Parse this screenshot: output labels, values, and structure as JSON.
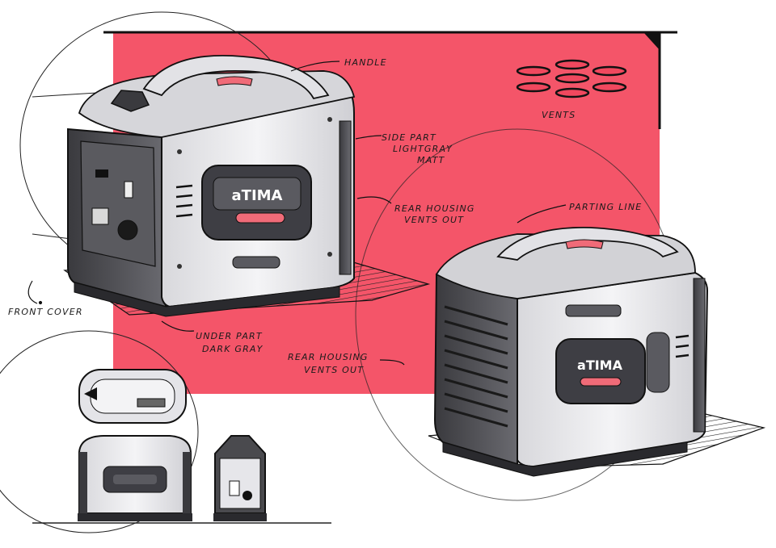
{
  "annotations": {
    "handle": "HANDLE",
    "vents": "VENTS",
    "side_part_1": "SIDE PART",
    "side_part_2": "LIGHTGRAY",
    "side_part_3": "MATT",
    "rear_housing_1": "REAR HOUSING",
    "rear_housing_2": "VENTS OUT",
    "parting_line": "PARTING LINE",
    "front_cover": "FRONT COVER",
    "under_part_1": "UNDER PART",
    "under_part_2": "DARK GRAY",
    "rear_housing_b1": "REAR HOUSING",
    "rear_housing_b2": "VENTS OUT"
  },
  "brand": {
    "front_logo": "aTIMA",
    "rear_logo": "aTIMA"
  },
  "colors": {
    "backdrop": "#f0485e",
    "body_light": "#e9e9ec",
    "body_dark": "#4a4a4e",
    "ink": "#111111",
    "accent": "#f06b78"
  }
}
